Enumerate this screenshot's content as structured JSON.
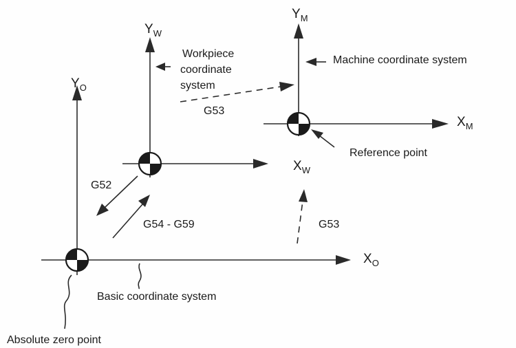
{
  "axes": {
    "yw": {
      "main": "Y",
      "sub": "W"
    },
    "ym": {
      "main": "Y",
      "sub": "M"
    },
    "yo": {
      "main": "Y",
      "sub": "O"
    },
    "xm": {
      "main": "X",
      "sub": "M"
    },
    "xw": {
      "main": "X",
      "sub": "W"
    },
    "xo": {
      "main": "X",
      "sub": "O"
    }
  },
  "labels": {
    "workpiece_line1": "Workpiece",
    "workpiece_line2": "coordinate",
    "workpiece_line3": "system",
    "machine": "Machine coordinate system",
    "g53_top": "G53",
    "reference_point": "Reference point",
    "g52": "G52",
    "g54_g59": "G54 - G59",
    "g53_right": "G53",
    "basic": "Basic coordinate system",
    "absolute_zero": "Absolute zero point"
  }
}
